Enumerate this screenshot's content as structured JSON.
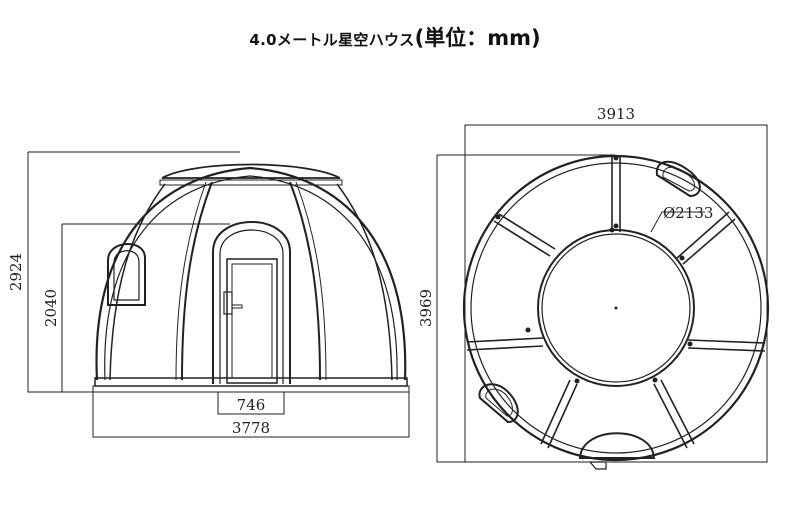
{
  "title": {
    "prefix": "4.0メートル星空ハウス",
    "unit": "(単位：mm)"
  },
  "front_view": {
    "height_total": "2924",
    "height_door": "2040",
    "door_width": "746",
    "base_width": "3778"
  },
  "top_view": {
    "width": "3913",
    "depth": "3969",
    "diameter": "Ø2133"
  }
}
